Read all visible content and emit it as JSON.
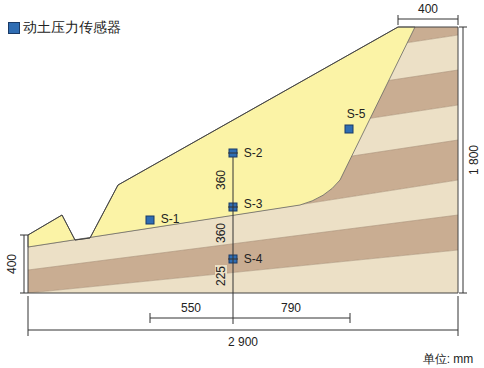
{
  "diagram": {
    "labels": [
      "400",
      "S-5",
      "S-2",
      "360",
      "S-3",
      "S-1",
      "360",
      "225",
      "S-4",
      "400",
      "1 800",
      "550",
      "790",
      "2 900",
      "单位: mm"
    ],
    "legend": [
      {
        "text": "动土压力传感器",
        "color": "#2f6db3"
      }
    ]
  }
}
